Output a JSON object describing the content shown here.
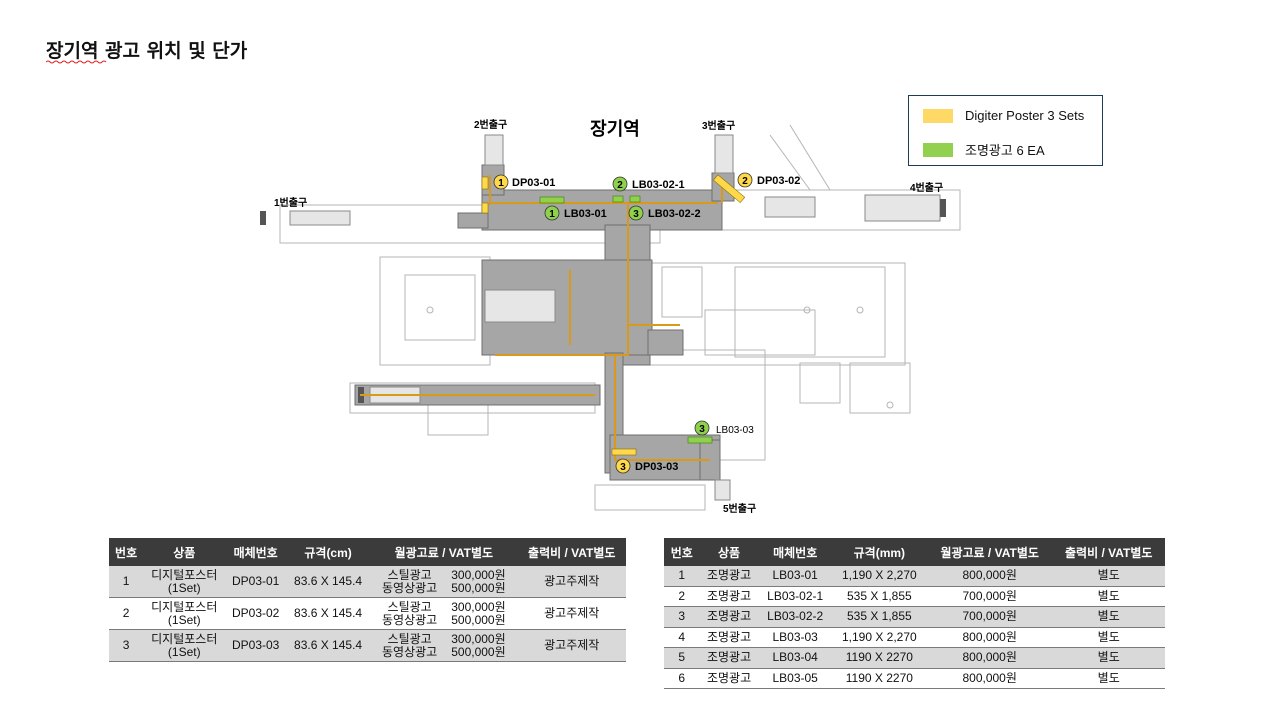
{
  "title": "장기역 광고 위치 및 단가",
  "map": {
    "station_name": "장기역",
    "exits": {
      "exit1": "1번출구",
      "exit2": "2번출구",
      "exit3": "3번출구",
      "exit4": "4번출구",
      "exit5": "5번출구"
    },
    "markers": [
      {
        "num": "1",
        "label": "DP03-01",
        "kind": "poster"
      },
      {
        "num": "2",
        "label": "DP03-02",
        "kind": "poster"
      },
      {
        "num": "3",
        "label": "DP03-03",
        "kind": "poster"
      },
      {
        "num": "1",
        "label": "LB03-01",
        "kind": "lightbox"
      },
      {
        "num": "2",
        "label": "LB03-02-1",
        "kind": "lightbox"
      },
      {
        "num": "3",
        "label": "LB03-02-2",
        "kind": "lightbox"
      },
      {
        "num": "3",
        "label": "LB03-03",
        "kind": "lightbox"
      }
    ],
    "colors": {
      "poster": "#ffd94a",
      "lightbox": "#8ed14b",
      "floor": "#a6a6a6",
      "guide": "#d9991a"
    }
  },
  "legend": {
    "items": [
      {
        "label": "Digiter Poster 3 Sets",
        "color": "#ffd966"
      },
      {
        "label": "조명광고 6 EA",
        "color": "#92d050"
      }
    ]
  },
  "table1": {
    "headers": [
      "번호",
      "상품",
      "매체번호",
      "규격(cm)",
      "월광고료 / VAT별도",
      "출력비 / VAT별도"
    ],
    "rows": [
      {
        "no": "1",
        "product": [
          "디지털포스터",
          "(1Set)"
        ],
        "code": "DP03-01",
        "size": "83.6 X 145.4",
        "types": [
          "스틸광고",
          "동영상광고"
        ],
        "prices": [
          "300,000원",
          "500,000원"
        ],
        "print": "광고주제작"
      },
      {
        "no": "2",
        "product": [
          "디지털포스터",
          "(1Set)"
        ],
        "code": "DP03-02",
        "size": "83.6 X 145.4",
        "types": [
          "스틸광고",
          "동영상광고"
        ],
        "prices": [
          "300,000원",
          "500,000원"
        ],
        "print": "광고주제작"
      },
      {
        "no": "3",
        "product": [
          "디지털포스터",
          "(1Set)"
        ],
        "code": "DP03-03",
        "size": "83.6 X 145.4",
        "types": [
          "스틸광고",
          "동영상광고"
        ],
        "prices": [
          "300,000원",
          "500,000원"
        ],
        "print": "광고주제작"
      }
    ]
  },
  "table2": {
    "headers": [
      "번호",
      "상품",
      "매체번호",
      "규격(mm)",
      "월광고료 / VAT별도",
      "출력비 / VAT별도"
    ],
    "rows": [
      [
        "1",
        "조명광고",
        "LB03-01",
        "1,190 X 2,270",
        "800,000원",
        "별도"
      ],
      [
        "2",
        "조명광고",
        "LB03-02-1",
        "535 X 1,855",
        "700,000원",
        "별도"
      ],
      [
        "3",
        "조명광고",
        "LB03-02-2",
        "535 X 1,855",
        "700,000원",
        "별도"
      ],
      [
        "4",
        "조명광고",
        "LB03-03",
        "1,190 X 2,270",
        "800,000원",
        "별도"
      ],
      [
        "5",
        "조명광고",
        "LB03-04",
        "1190 X 2270",
        "800,000원",
        "별도"
      ],
      [
        "6",
        "조명광고",
        "LB03-05",
        "1190 X 2270",
        "800,000원",
        "별도"
      ]
    ]
  }
}
